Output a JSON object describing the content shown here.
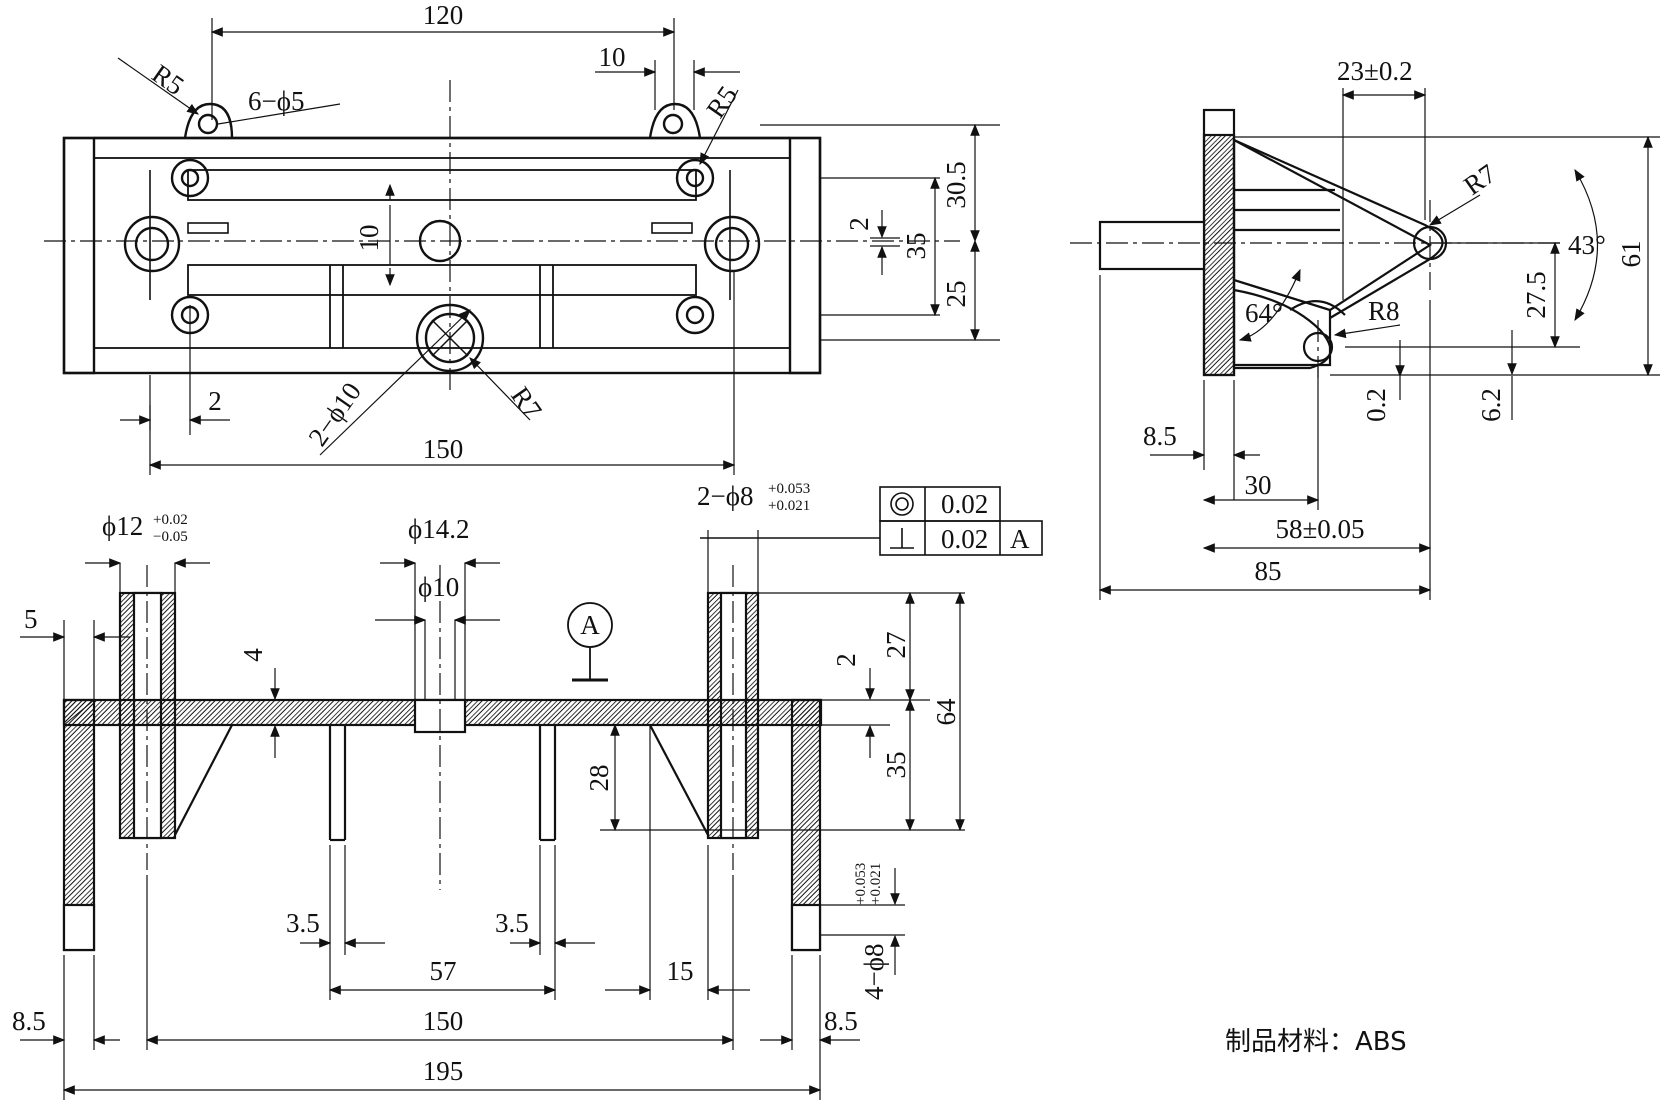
{
  "dimensions": {
    "top_view": {
      "d120": "120",
      "d10_top": "10",
      "r5_left": "R5",
      "r5_right": "R5",
      "holes_6_phi5": "6−ϕ5",
      "d10_vertical": "10",
      "d2_right": "2",
      "d35": "35",
      "d30_5": "30.5",
      "d25": "25",
      "d2_bottom": "2",
      "d150": "150",
      "holes_2_phi10": "2−ϕ10",
      "r7": "R7"
    },
    "front_view": {
      "phi12": "ϕ12",
      "phi12_upper": "+0.02",
      "phi12_lower": "−0.05",
      "phi14_2": "ϕ14.2",
      "phi10": "ϕ10",
      "holes_2_phi8": "2−ϕ8",
      "phi8_upper": "+0.053",
      "phi8_lower": "+0.021",
      "d5": "5",
      "d4": "4",
      "d2": "2",
      "d27": "27",
      "d35": "35",
      "d64": "64",
      "d28": "28",
      "d3_5_left": "3.5",
      "d3_5_right": "3.5",
      "d57": "57",
      "d15": "15",
      "d8_5_left": "8.5",
      "d150": "150",
      "d8_5_right": "8.5",
      "d195": "195",
      "holes_4_phi8": "4−ϕ8"
    },
    "gdt": {
      "concentricity": "0.02",
      "perpendicularity": "0.02",
      "datum": "A"
    },
    "side_view": {
      "d23": "23±0.2",
      "r7": "R7",
      "angle43": "43°",
      "d61": "61",
      "d27_5": "27.5",
      "r8": "R8",
      "angle64": "64°",
      "d0_2": "0.2",
      "d6_2": "6.2",
      "d8_5": "8.5",
      "d30": "30",
      "d58": "58±0.05",
      "d85": "85"
    }
  },
  "notes": {
    "material": "制品材料：ABS"
  }
}
